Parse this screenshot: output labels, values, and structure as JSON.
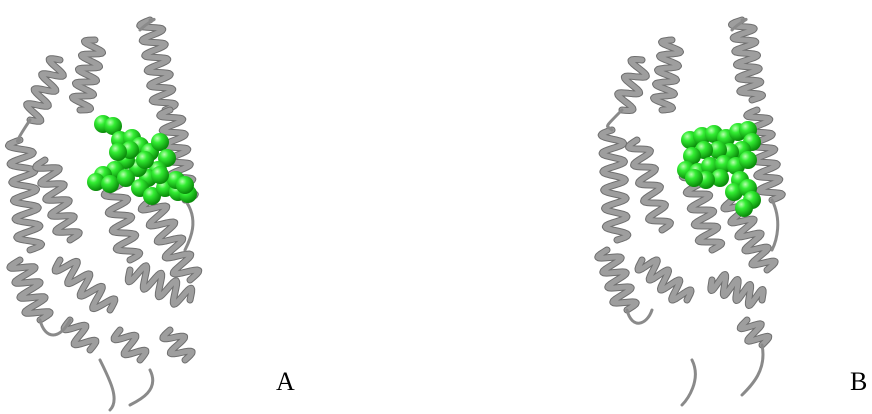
{
  "panels": [
    {
      "id": "A",
      "label": "A",
      "protein_color": "#9e9e9e",
      "ligand_color": "#22dd22"
    },
    {
      "id": "B",
      "label": "B",
      "protein_color": "#9e9e9e",
      "ligand_color": "#22dd22"
    }
  ]
}
